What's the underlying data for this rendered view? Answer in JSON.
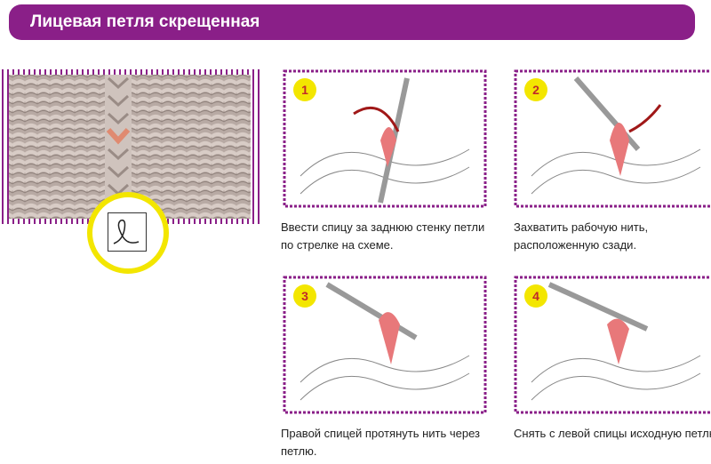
{
  "header": {
    "title": "Лицевая петля скрещенная"
  },
  "steps": [
    {
      "number": "1",
      "caption": "Ввести спицу за заднюю стенку петли по стрелке на схеме."
    },
    {
      "number": "2",
      "caption": "Захватить рабочую нить, расположенную сзади."
    },
    {
      "number": "3",
      "caption": "Правой спицей протянуть нить через петлю."
    },
    {
      "number": "4",
      "caption": "Снять с левой спицы исходную петлю."
    }
  ],
  "colors": {
    "accent": "#8a1f88",
    "badge": "#f3e600",
    "loop": "#e8787a"
  }
}
